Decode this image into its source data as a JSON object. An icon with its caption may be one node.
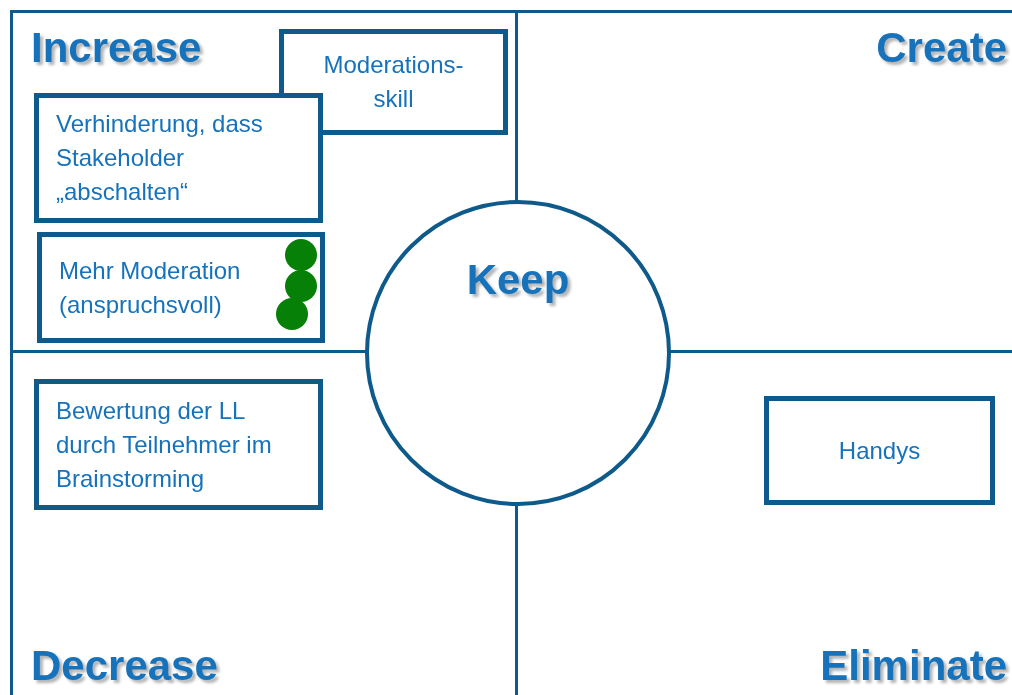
{
  "diagram": {
    "nodes": [
      {
        "text": [
          "Increase"
        ]
      },
      {
        "text": [
          "Moderations- skill"
        ],
        "in": 0
      },
      {
        "text": [
          "Verhinderung, dass Stakeholder „abschalten“"
        ],
        "in": 0
      },
      {
        "text": [
          "Mehr Moderation (anspruchsvoll)"
        ],
        "in": 0
      },
      {
        "text": [
          "Create"
        ]
      },
      {
        "text": [
          "Decrease"
        ]
      },
      {
        "text": [
          "Bewertung der LL durch Teilnehmer im Brainstorming"
        ],
        "in": 5
      },
      {
        "text": [
          "Eliminate"
        ]
      },
      {
        "text": [
          "Handys"
        ],
        "in": 7
      },
      {
        "text": [
          "Keep"
        ]
      }
    ]
  }
}
